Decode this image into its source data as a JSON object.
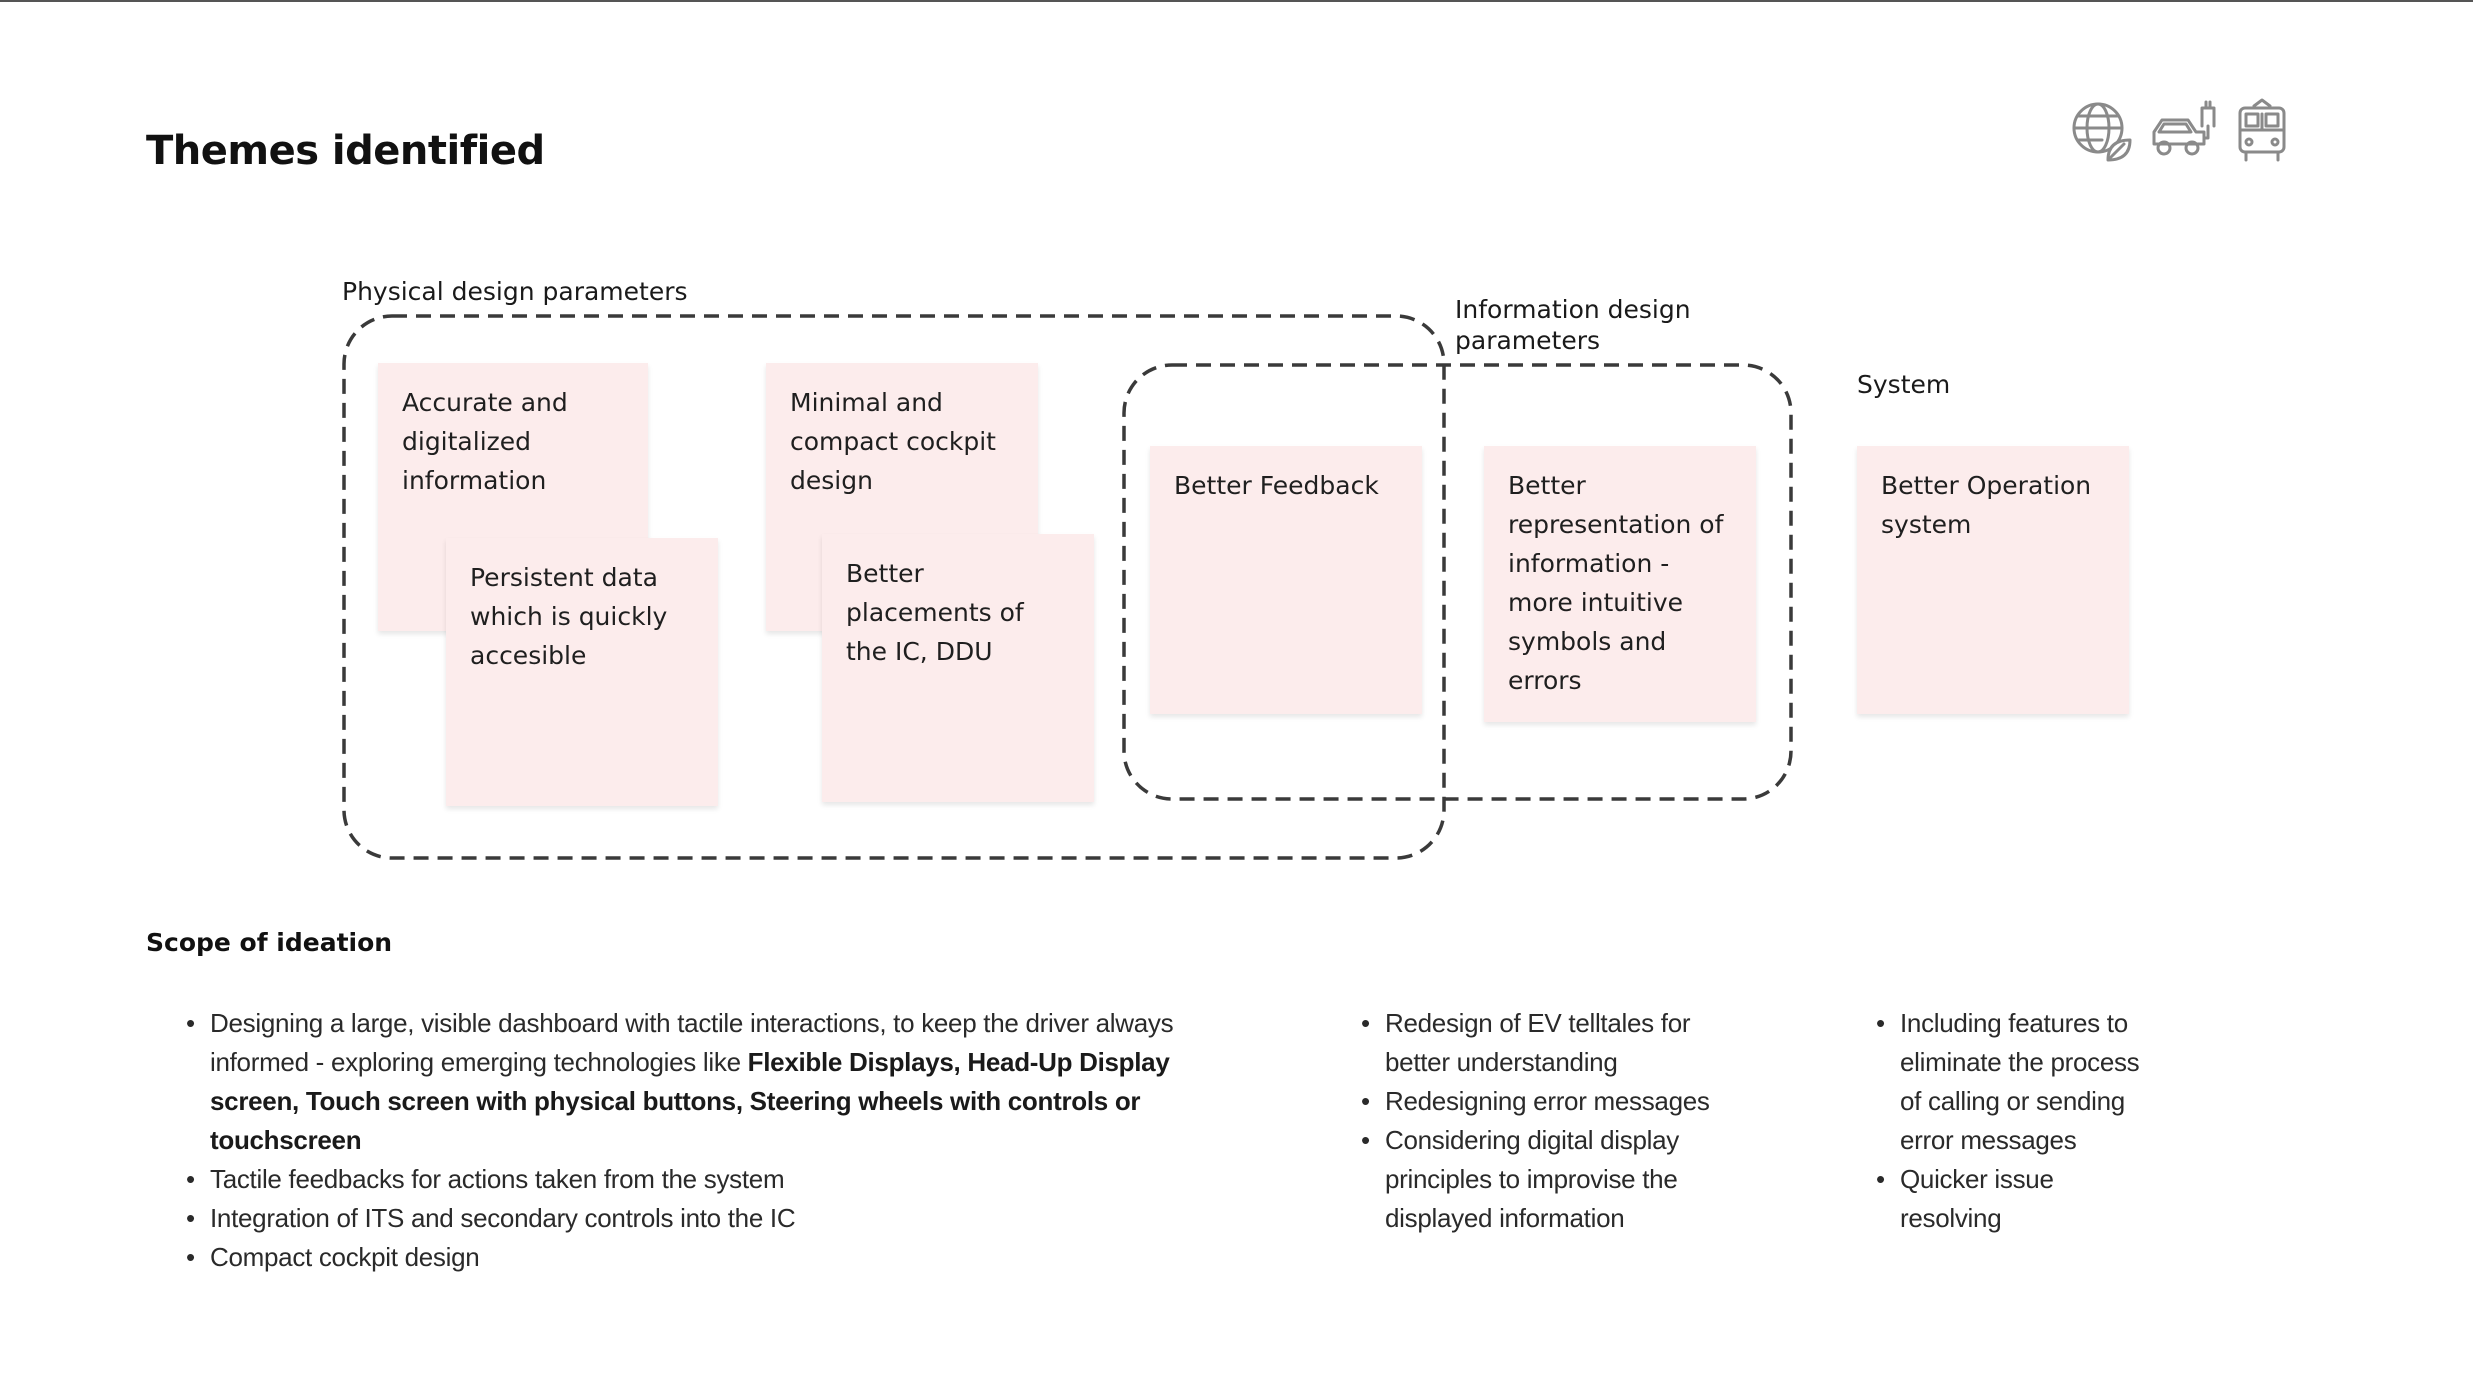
{
  "title": "Themes identified",
  "icons": [
    "globe-leaf-icon",
    "ev-car-charging-icon",
    "bus-icon"
  ],
  "groups": {
    "physical": "Physical design parameters",
    "information": "Information design parameters",
    "system": "System"
  },
  "notes": {
    "accurate": "Accurate and digitalized information",
    "persistent": "Persistent data which is quickly accesible",
    "minimal": "Minimal and compact cockpit design",
    "placements": "Better placements of the IC, DDU",
    "feedback": "Better Feedback",
    "representation": "Better representation of information - more intuitive symbols and errors",
    "operation": "Better Operation system"
  },
  "scope": {
    "title": "Scope of ideation",
    "col1": {
      "b1_prefix": "Designing a large, visible dashboard with tactile interactions, to keep the driver always informed - exploring emerging technologies like ",
      "b1_bold": "Flexible Displays, Head-Up Display screen, Touch screen with physical buttons, Steering wheels with controls or touchscreen",
      "b2": "Tactile feedbacks for actions taken from the system",
      "b3": "Integration of ITS and secondary controls into the IC",
      "b4": "Compact cockpit design"
    },
    "col2": [
      "Redesign of EV telltales for better understanding",
      "Redesigning error messages",
      "Considering digital display principles to improvise the displayed information"
    ],
    "col3": [
      "Including features to eliminate the process of calling or sending error messages",
      "Quicker issue resolving"
    ]
  },
  "colors": {
    "sticky_note": "#fcecec",
    "dashed_border": "#3a3a3a",
    "text": "#1f1f1f"
  }
}
